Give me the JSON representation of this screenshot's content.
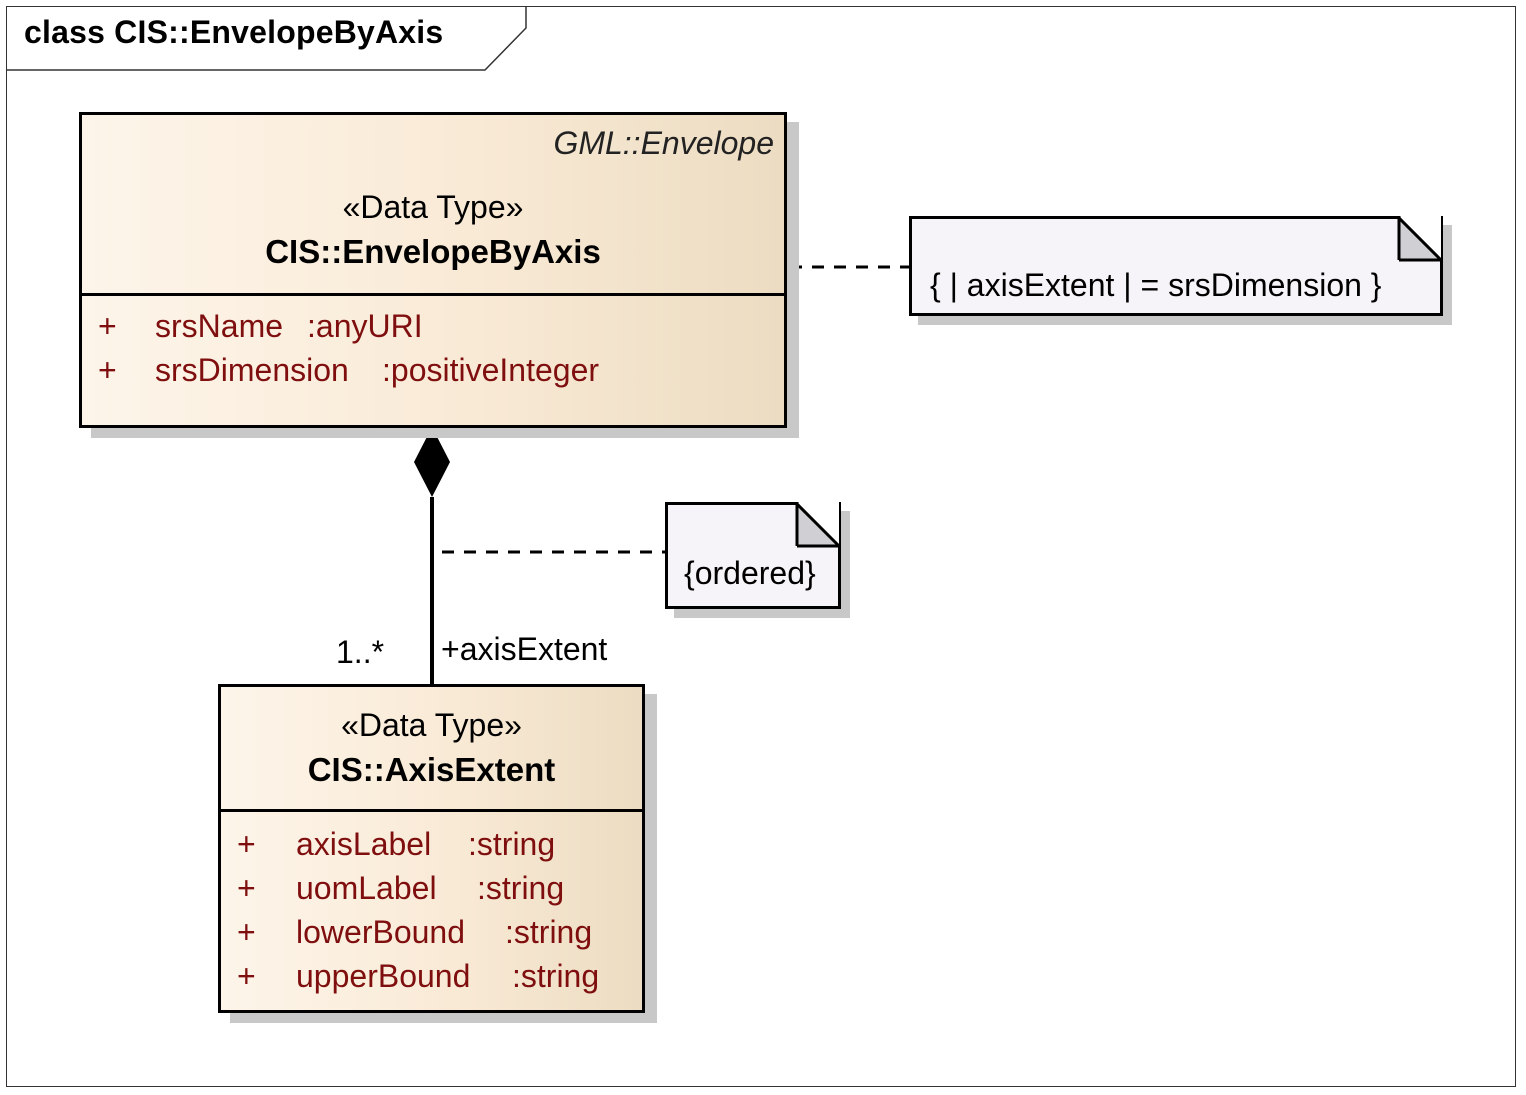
{
  "frame": {
    "label": "class CIS::EnvelopeByAxis"
  },
  "classes": {
    "envelope": {
      "parent": "GML::Envelope",
      "stereotype": "«Data Type»",
      "name": "CIS::EnvelopeByAxis",
      "attributes": [
        {
          "vis": "+",
          "name": "srsName",
          "type": ":anyURI"
        },
        {
          "vis": "+",
          "name": "srsDimension",
          "type": ":positiveInteger"
        }
      ]
    },
    "axis_extent": {
      "stereotype": "«Data Type»",
      "name": "CIS::AxisExtent",
      "attributes": [
        {
          "vis": "+",
          "name": "axisLabel",
          "type": ":string"
        },
        {
          "vis": "+",
          "name": "uomLabel",
          "type": ":string"
        },
        {
          "vis": "+",
          "name": "lowerBound",
          "type": ":string"
        },
        {
          "vis": "+",
          "name": "upperBound",
          "type": ":string"
        }
      ]
    }
  },
  "notes": {
    "constraint": "{ | axisExtent | = srsDimension }",
    "ordered": "{ordered}"
  },
  "association": {
    "kind": "composition",
    "role": "+axisExtent",
    "multiplicity": "1..*"
  },
  "colors": {
    "attribute_text": "#7f0f0f",
    "class_fill_light": "#fdf5ea",
    "class_fill_dark": "#ecdcc2",
    "note_fill": "#f6f4f8",
    "note_fold": "#d0d0d4"
  }
}
